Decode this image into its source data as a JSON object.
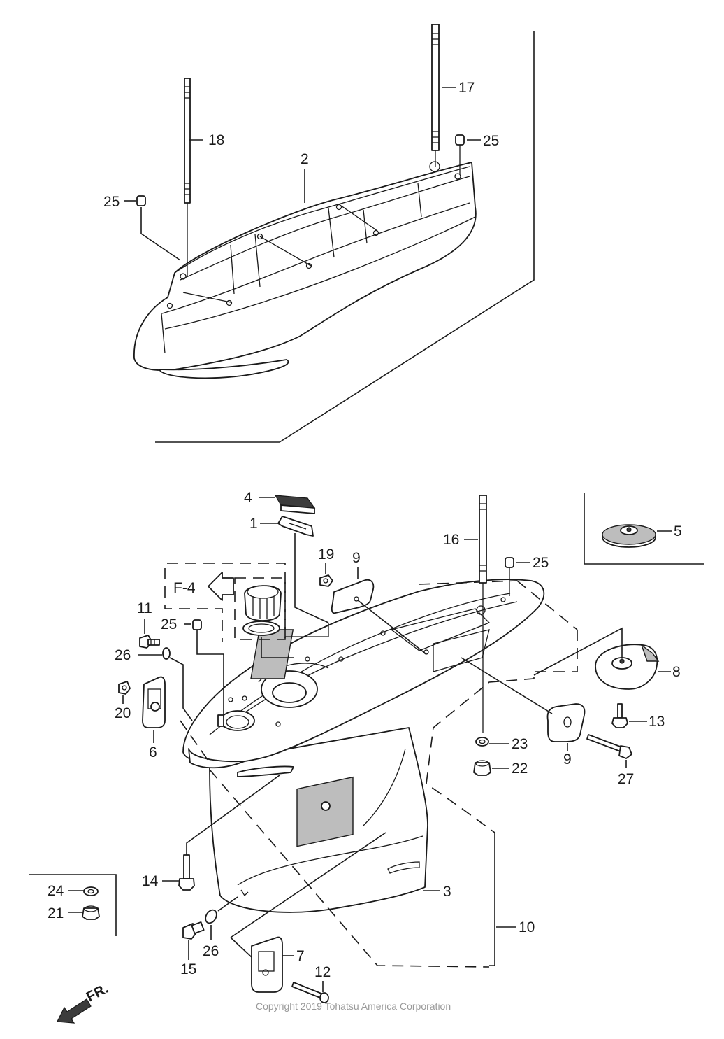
{
  "figure": {
    "ref_box_label": "F-4",
    "front_label": "FR.",
    "copyright": "Copyright 2019 Tohatsu America Corporation"
  },
  "callouts": [
    {
      "id": "c1",
      "text": "1"
    },
    {
      "id": "c2",
      "text": "2"
    },
    {
      "id": "c3",
      "text": "3"
    },
    {
      "id": "c4",
      "text": "4"
    },
    {
      "id": "c5",
      "text": "5"
    },
    {
      "id": "c6",
      "text": "6"
    },
    {
      "id": "c7",
      "text": "7"
    },
    {
      "id": "c8",
      "text": "8"
    },
    {
      "id": "c9a",
      "text": "9"
    },
    {
      "id": "c9b",
      "text": "9"
    },
    {
      "id": "c10",
      "text": "10"
    },
    {
      "id": "c11",
      "text": "11"
    },
    {
      "id": "c12",
      "text": "12"
    },
    {
      "id": "c13",
      "text": "13"
    },
    {
      "id": "c14",
      "text": "14"
    },
    {
      "id": "c15",
      "text": "15"
    },
    {
      "id": "c16",
      "text": "16"
    },
    {
      "id": "c17",
      "text": "17"
    },
    {
      "id": "c18",
      "text": "18"
    },
    {
      "id": "c19",
      "text": "19"
    },
    {
      "id": "c20",
      "text": "20"
    },
    {
      "id": "c21",
      "text": "21"
    },
    {
      "id": "c22",
      "text": "22"
    },
    {
      "id": "c23",
      "text": "23"
    },
    {
      "id": "c24",
      "text": "24"
    },
    {
      "id": "c25a",
      "text": "25"
    },
    {
      "id": "c25b",
      "text": "25"
    },
    {
      "id": "c25c",
      "text": "25"
    },
    {
      "id": "c25d",
      "text": "25"
    },
    {
      "id": "c26a",
      "text": "26"
    },
    {
      "id": "c26b",
      "text": "26"
    },
    {
      "id": "c27",
      "text": "27"
    }
  ]
}
